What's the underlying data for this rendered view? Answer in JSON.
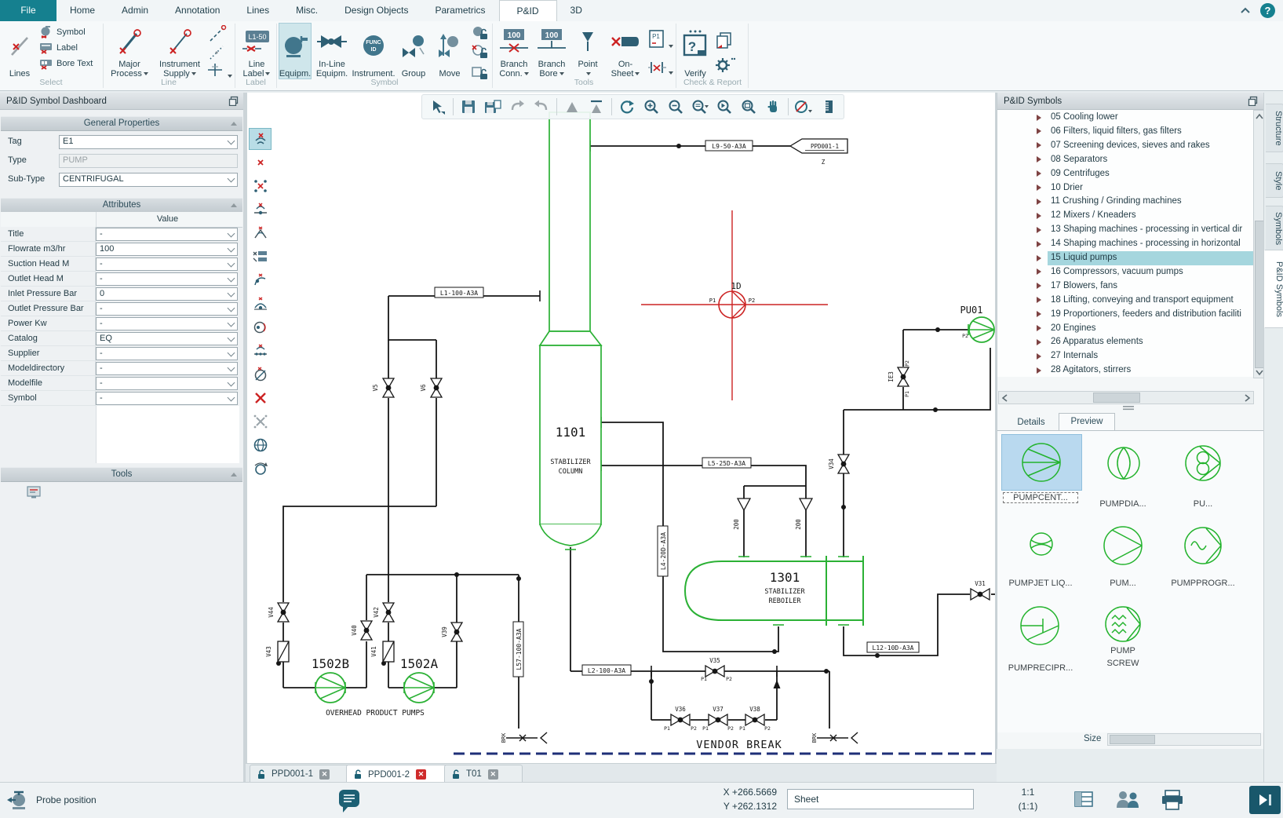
{
  "menu": {
    "tabs": [
      {
        "label": "File",
        "accent": true
      },
      {
        "label": "Home"
      },
      {
        "label": "Admin"
      },
      {
        "label": "Annotation"
      },
      {
        "label": "Lines"
      },
      {
        "label": "Misc."
      },
      {
        "label": "Design Objects"
      },
      {
        "label": "Parametrics"
      },
      {
        "label": "P&ID",
        "active": true
      },
      {
        "label": "3D"
      }
    ],
    "help_glyph": "?"
  },
  "ribbon": {
    "select": {
      "lines": "Lines",
      "symbol": "Symbol",
      "label": "Label",
      "bore_text": "Bore Text",
      "caption": "Select"
    },
    "line": {
      "major_process": "Major Process",
      "instrument_supply": "Instrument Supply",
      "caption": "Line"
    },
    "label_group": {
      "line_label": "Line Label",
      "badge": "L1-50",
      "caption": "Label"
    },
    "symbol_group": {
      "equipm": "Equipm.",
      "inline1": "In-Line",
      "inline2": "Equipm.",
      "instrument": "Instrument.",
      "func1": "FUNC",
      "func2": "ID",
      "group": "Group",
      "move": "Move",
      "caption": "Symbol"
    },
    "tools_group": {
      "branch_conn": "Branch Conn.",
      "branch_bore": "Branch Bore",
      "badge": "100",
      "point": "Point",
      "onsheet1": "On-",
      "onsheet2": "Sheet",
      "p1_badge": "P1",
      "caption": "Tools"
    },
    "check_group": {
      "verify": "Verify",
      "glyph": "?",
      "caption": "Check & Report"
    }
  },
  "dashboard": {
    "title": "P&ID Symbol Dashboard",
    "general": {
      "header": "General Properties",
      "rows": [
        {
          "label": "Tag",
          "value": "E1"
        },
        {
          "label": "Type",
          "value": "PUMP"
        },
        {
          "label": "Sub-Type",
          "value": "CENTRIFUGAL"
        }
      ]
    },
    "attributes": {
      "header": "Attributes",
      "value_col": "Value",
      "rows": [
        {
          "label": "Title",
          "value": "-"
        },
        {
          "label": "Flowrate m3/hr",
          "value": "100"
        },
        {
          "label": "Suction Head M",
          "value": "-"
        },
        {
          "label": "Outlet Head M",
          "value": "-"
        },
        {
          "label": "Inlet Pressure Bar",
          "value": "0"
        },
        {
          "label": "Outlet Pressure Bar",
          "value": "-"
        },
        {
          "label": "Power Kw",
          "value": "-"
        },
        {
          "label": "Catalog",
          "value": "EQ"
        },
        {
          "label": "Supplier",
          "value": "-"
        },
        {
          "label": "Modeldirectory",
          "value": "-"
        },
        {
          "label": "Modelfile",
          "value": "-"
        },
        {
          "label": "Symbol",
          "value": "-"
        }
      ]
    },
    "tools": {
      "header": "Tools"
    }
  },
  "symbols_panel": {
    "title": "P&ID Symbols",
    "tree": [
      {
        "label": "05 Cooling lower"
      },
      {
        "label": "06 Filters, liquid filters, gas filters"
      },
      {
        "label": "07 Screening devices, sieves and rakes"
      },
      {
        "label": "08 Separators"
      },
      {
        "label": "09 Centrifuges"
      },
      {
        "label": "10 Drier"
      },
      {
        "label": "11 Crushing / Grinding machines"
      },
      {
        "label": "12 Mixers / Kneaders"
      },
      {
        "label": "13 Shaping machines - processing in vertical dir"
      },
      {
        "label": "14 Shaping machines - processing in horizontal"
      },
      {
        "label": "15 Liquid pumps",
        "selected": true
      },
      {
        "label": "16 Compressors, vacuum pumps"
      },
      {
        "label": "17 Blowers, fans"
      },
      {
        "label": "18 Lifting, conveying and transport equipment"
      },
      {
        "label": "19 Proportioners, feeders and distribution faciliti"
      },
      {
        "label": "20 Engines"
      },
      {
        "label": "26 Apparatus elements"
      },
      {
        "label": "27 Internals"
      },
      {
        "label": "28 Agitators, stirrers"
      }
    ],
    "tabs": {
      "details": "Details",
      "preview": "Preview"
    },
    "preview": [
      {
        "label": "PUMPCENT...",
        "selected": true
      },
      {
        "label": "PUMPDIA..."
      },
      {
        "label": "PU..."
      },
      {
        "label": "PUMPJET LIQ..."
      },
      {
        "label": "PUM..."
      },
      {
        "label": "PUMPPROGR..."
      },
      {
        "label": "PUMPRECIPR..."
      },
      {
        "label": "PUMP",
        "label2": "SCREW"
      }
    ],
    "size_label": "Size",
    "side_tabs": [
      {
        "label": "Structure"
      },
      {
        "label": "Style"
      },
      {
        "label": "Symbols"
      },
      {
        "label": "P&ID Symbols",
        "active": true
      }
    ]
  },
  "drawing": {
    "colors": {
      "equipment_green": "#2bb135",
      "line_black": "#161616",
      "cursor_red": "#cc2323",
      "vendor_navy": "#1e2f77"
    },
    "column": {
      "tag": "1101",
      "name1": "STABILIZER",
      "name2": "COLUMN"
    },
    "reboiler": {
      "tag": "1301",
      "name1": "STABILIZER",
      "name2": "REBOILER"
    },
    "pump_a": "1502A",
    "pump_b": "1502B",
    "pumps_caption": "OVERHEAD PRODUCT PUMPS",
    "pu01": "PU01",
    "cursor": {
      "tag": "1D"
    },
    "offsheet": {
      "ref": "PPD001-1",
      "zone": "Z"
    },
    "labels": {
      "l9": "L9-50-A3A",
      "l1": "L1-100-A3A",
      "l5": "L5-25D-A3A",
      "l4": "L4-20D-A3A",
      "l57": "L57-100-A3A",
      "l2": "L2-100-A3A",
      "l12": "L12-10D-A3A"
    },
    "valves": {
      "v5": "V5",
      "v6": "V6",
      "v44": "V44",
      "v43": "V43",
      "v40": "V40",
      "v42": "V42",
      "v41": "V41",
      "v39": "V39",
      "v34": "V34",
      "ie3": "IE3",
      "v31": "V31",
      "v35": "V35",
      "v36": "V36",
      "v37": "V37",
      "v38": "V38"
    },
    "ports": {
      "p1": "P1",
      "p2": "P2"
    },
    "size_200": "200",
    "vendor_break": "VENDOR BREAK",
    "brk": "BRK"
  },
  "doc_tabs": [
    {
      "label": "PPD001-1"
    },
    {
      "label": "PPD001-2",
      "active": true
    },
    {
      "label": "T01"
    }
  ],
  "statusbar": {
    "probe": "Probe position",
    "x": "X +266.5669",
    "y": "Y +262.1312",
    "sheet": "Sheet",
    "scale": "1:1",
    "scale_alt": "(1:1)"
  }
}
